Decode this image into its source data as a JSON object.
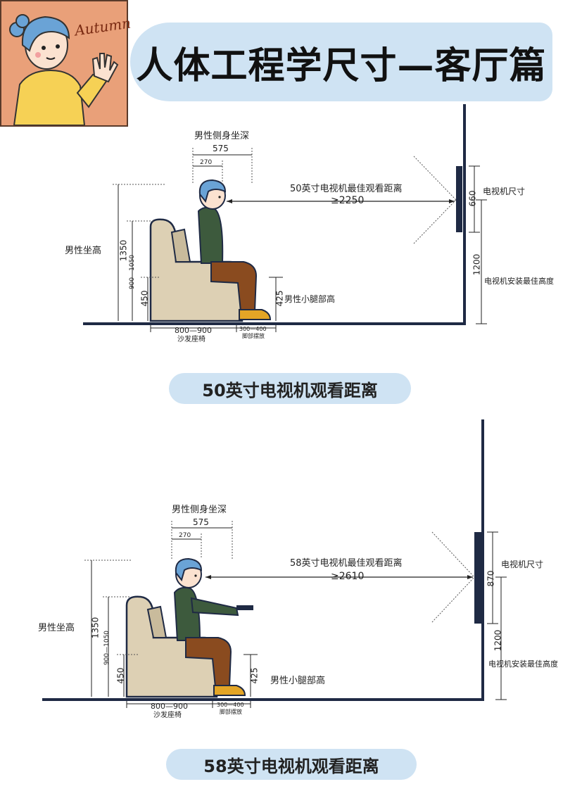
{
  "header": {
    "title": "人体工程学尺寸—客厅篇",
    "avatar_text": "Autumn"
  },
  "scene1": {
    "caption": "50英寸电视机观看距离",
    "side_depth_label": "男性侧身坐深",
    "side_depth": "575",
    "head_offset": "270",
    "view_distance_label": "50英寸电视机最佳观看距离",
    "view_distance": "≥2250",
    "tv_size_label": "电视机尺寸",
    "tv_size": "660",
    "tv_mount_height": "1200",
    "tv_mount_label": "电视机安装最佳高度",
    "sit_height_label": "男性坐高",
    "sit_height": "1350",
    "eye_range": "900—1050",
    "seat_height": "450",
    "calf_height_label": "男性小腿部高",
    "calf_height": "425",
    "sofa_depth": "800—900",
    "sofa_label": "沙发座椅",
    "foot_space": "300—400",
    "foot_label": "脚部摆放"
  },
  "scene2": {
    "caption": "58英寸电视机观看距离",
    "side_depth_label": "男性侧身坐深",
    "side_depth": "575",
    "head_offset": "270",
    "view_distance_label": "58英寸电视机最佳观看距离",
    "view_distance": "≥2610",
    "tv_size_label": "电视机尺寸",
    "tv_size": "870",
    "tv_mount_height": "1200",
    "tv_mount_label": "电视机安装最佳高度",
    "sit_height_label": "男性坐高",
    "sit_height": "1350",
    "eye_range": "900—1050",
    "seat_height": "450",
    "calf_height_label": "男性小腿部高",
    "calf_height": "425",
    "sofa_depth": "800—900",
    "sofa_label": "沙发座椅",
    "foot_space": "300—400",
    "foot_label": "脚部摆放"
  },
  "colors": {
    "accent_pill": "#cfe3f3",
    "line": "#1f2a44",
    "sofa": "#ddd0b4",
    "sweater": "#3d5a3d",
    "pants": "#8a4b1f",
    "shoe": "#e3a526",
    "hair": "#6aa3d6",
    "avatar_bg": "#e9a079"
  }
}
